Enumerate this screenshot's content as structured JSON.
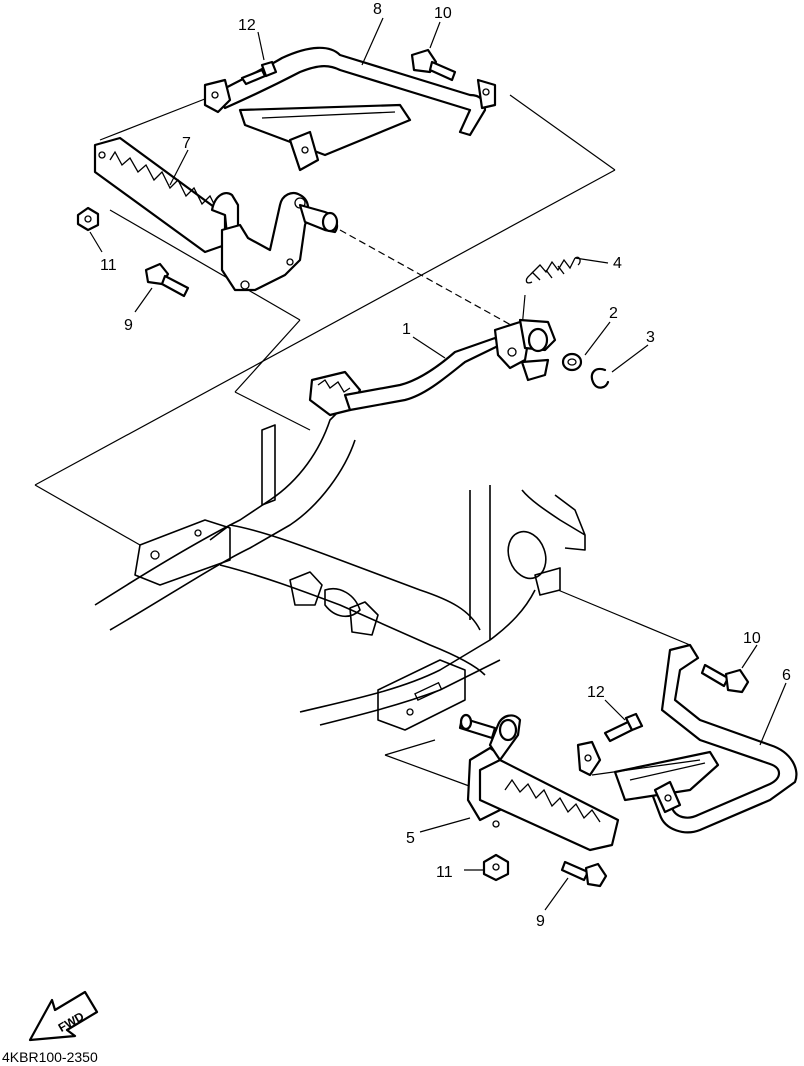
{
  "diagram_code": "4KBR100-2350",
  "fwd_label": "FWD",
  "callouts": [
    "1",
    "2",
    "3",
    "4",
    "5",
    "6",
    "7",
    "8",
    "9",
    "9",
    "10",
    "10",
    "11",
    "11",
    "12",
    "12"
  ],
  "parts": {
    "p1": "1",
    "p2": "2",
    "p3": "3",
    "p4": "4",
    "p5": "5",
    "p6": "6",
    "p7": "7",
    "p8": "8",
    "p9a": "9",
    "p9b": "9",
    "p10a": "10",
    "p10b": "10",
    "p11a": "11",
    "p11b": "11",
    "p12a": "12",
    "p12b": "12"
  }
}
